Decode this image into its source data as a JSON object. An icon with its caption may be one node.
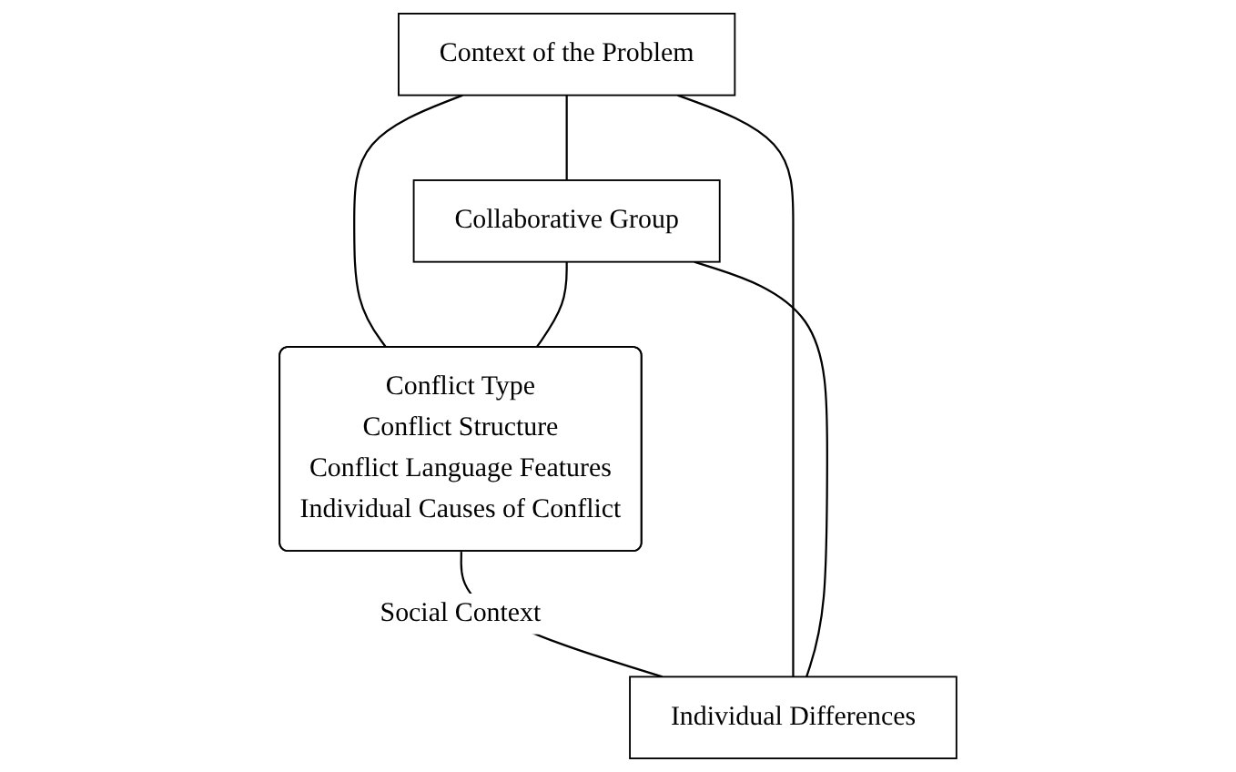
{
  "diagram": {
    "nodes": [
      {
        "text": [
          "Context of the Problem"
        ]
      },
      {
        "text": [
          "Collaborative Group"
        ]
      },
      {
        "text": [
          "Conflict Type",
          "Conflict Structure",
          "Conflict Language Features",
          "Individual Causes of Conflict"
        ]
      },
      {
        "text": [
          "Individual Differences"
        ]
      }
    ],
    "edges": [
      {
        "from": 0,
        "to": 1,
        "arrow": "none"
      },
      {
        "from": 0,
        "to": 2,
        "arrow": "none"
      },
      {
        "from": 1,
        "to": 2,
        "arrow": "none"
      },
      {
        "from": 2,
        "to": 3,
        "arrow": "none",
        "label": "Social Context"
      },
      {
        "from": 0,
        "to": 3,
        "arrow": "none"
      },
      {
        "from": 1,
        "to": 3,
        "arrow": "none"
      }
    ]
  }
}
